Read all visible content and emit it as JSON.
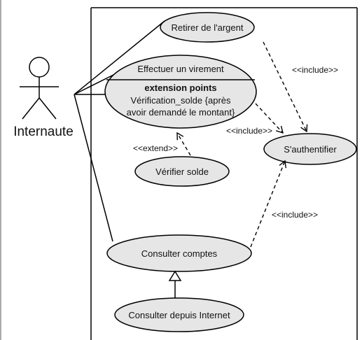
{
  "actor": {
    "name": "Internaute"
  },
  "use_cases": {
    "retirer": "Retirer de l'argent",
    "virement": "Effectuer un virement",
    "extension_title": "extension points",
    "extension_line1": "Vérification_solde {après",
    "extension_line2": "avoir demandé le montant}",
    "verifier": "Vérifier solde",
    "authentifier": "S'authentifier",
    "consulter": "Consulter comptes",
    "consulter_internet": "Consulter depuis Internet"
  },
  "relations": {
    "include_1": "<<include>>",
    "include_2": "<<include>>",
    "include_3": "<<include>>",
    "extend": "<<extend>>"
  }
}
